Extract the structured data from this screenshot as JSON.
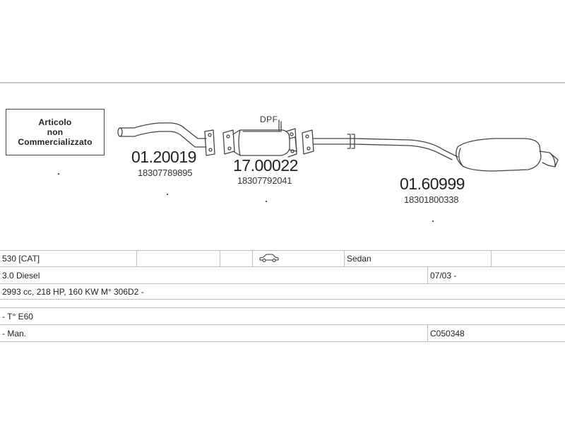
{
  "note": {
    "line1": "Articolo",
    "line2": "non",
    "line3": "Commercializzato"
  },
  "dpf_label": "DPF",
  "parts": [
    {
      "code": "01.20019",
      "oe": "18307789895",
      "dot": "."
    },
    {
      "code": "17.00022",
      "oe": "18307792041",
      "dot": "."
    },
    {
      "code": "01.60999",
      "oe": "18301800338",
      "dot": "."
    }
  ],
  "vehicle": {
    "model": "530  [CAT]",
    "body": "Sedan",
    "engine": "3.0 Diesel",
    "date": "07/03 -",
    "specs": "2993 cc, 218 HP, 160 KW M° 306D2 -",
    "type": "- T° E60",
    "transmission": "- Man.",
    "catalog_code": "C050348"
  },
  "icons": {
    "car": "sedan-car-icon"
  },
  "colors": {
    "line": "#444444",
    "rule": "#c8c8c8",
    "grid": "#bfbfbf"
  }
}
